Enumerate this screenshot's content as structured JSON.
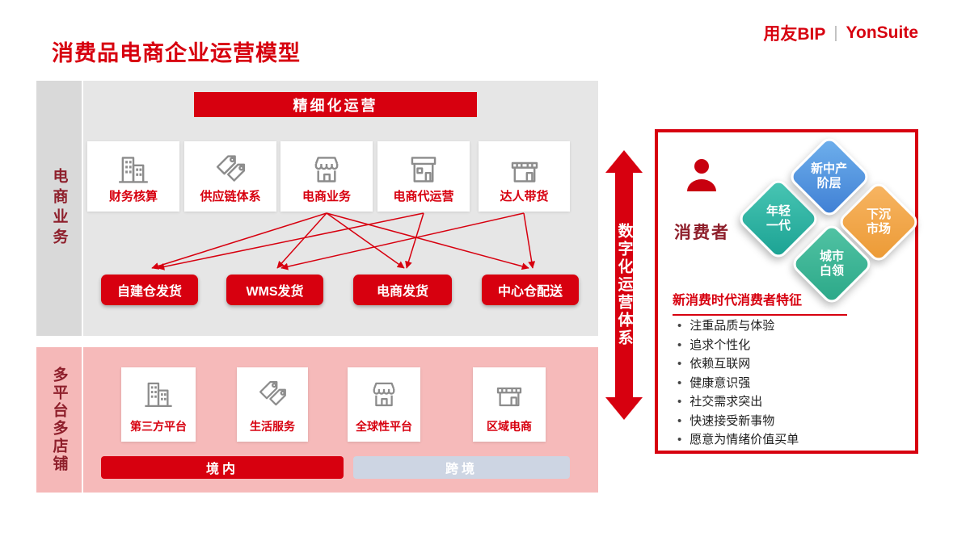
{
  "header": {
    "title": "消费品电商企业运营模型",
    "brand_left": "用友BIP",
    "brand_divider": "|",
    "brand_right": "YonSuite"
  },
  "ecommerce": {
    "side_label": "电商业务",
    "banner": "精细化运营",
    "cards": [
      {
        "label": "财务核算",
        "icon": "buildings-icon"
      },
      {
        "label": "供应链体系",
        "icon": "tags-icon"
      },
      {
        "label": "电商业务",
        "icon": "storefront-icon"
      },
      {
        "label": "电商代运营",
        "icon": "shop-sign-icon"
      },
      {
        "label": "达人带货",
        "icon": "stall-icon"
      }
    ],
    "fulfillment": [
      {
        "label": "自建仓发货"
      },
      {
        "label": "WMS发货"
      },
      {
        "label": "电商发货"
      },
      {
        "label": "中心仓配送"
      }
    ]
  },
  "platforms": {
    "side_label": "多平台多店铺",
    "cards": [
      {
        "label": "第三方平台",
        "icon": "buildings-icon"
      },
      {
        "label": "生活服务",
        "icon": "tags-icon"
      },
      {
        "label": "全球性平台",
        "icon": "storefront-icon"
      },
      {
        "label": "区域电商",
        "icon": "stall-icon"
      }
    ],
    "regions": [
      {
        "label": "境内",
        "color": "#d7000f"
      },
      {
        "label": "跨境",
        "color": "#cdd5e3"
      }
    ]
  },
  "axis": {
    "label": "数字化运营体系"
  },
  "consumer": {
    "label": "消费者",
    "segments": [
      {
        "label": "新中产\n阶层",
        "color": "#3f7fd4"
      },
      {
        "label": "年轻\n一代",
        "color": "#1ba293"
      },
      {
        "label": "下沉\n市场",
        "color": "#ec9a35"
      },
      {
        "label": "城市\n白领",
        "color": "#2ba888"
      }
    ],
    "features_title": "新消费时代消费者特征",
    "features": [
      "注重品质与体验",
      "追求个性化",
      "依赖互联网",
      "健康意识强",
      "社交需求突出",
      "快速接受新事物",
      "愿意为情绪价值买单"
    ]
  },
  "colors": {
    "accent": "#d7000f",
    "panel_pink": "#f6baba",
    "section_gray": "#e6e6e6"
  }
}
